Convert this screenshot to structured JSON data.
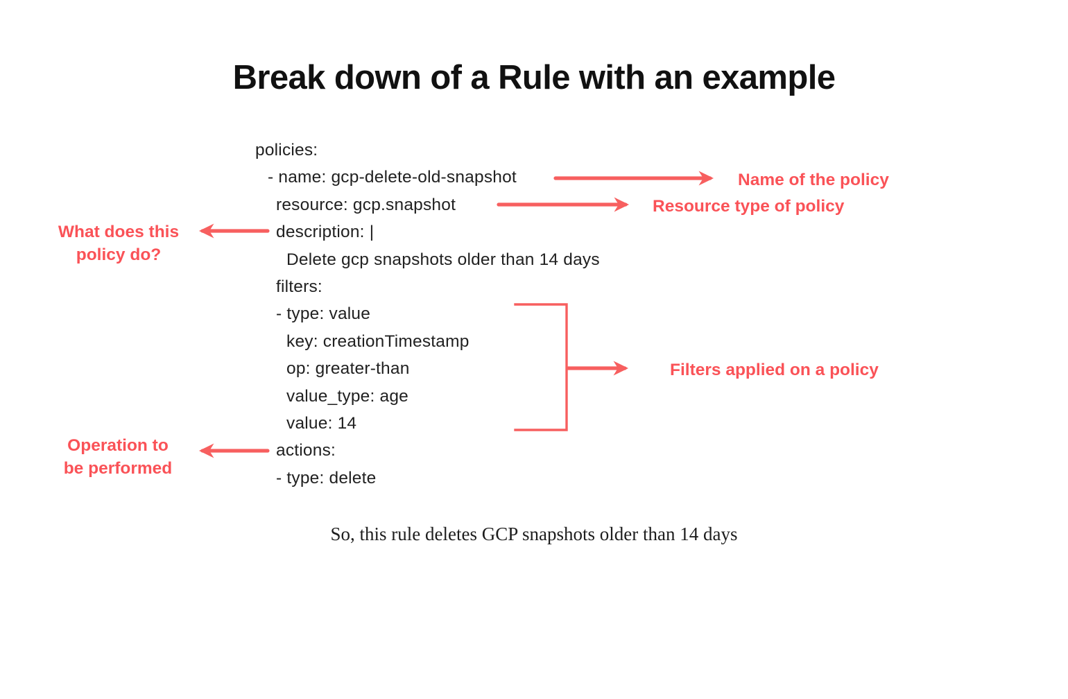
{
  "title": "Break down of a Rule with an example",
  "code": {
    "lines": [
      {
        "text": "policies:"
      },
      {
        "text": "- name: gcp-delete-old-snapshot"
      },
      {
        "text": "resource: gcp.snapshot"
      },
      {
        "text": "description: |"
      },
      {
        "text": "Delete gcp snapshots older than 14 days"
      },
      {
        "text": "filters:"
      },
      {
        "text": "- type: value"
      },
      {
        "text": "key: creationTimestamp"
      },
      {
        "text": "op: greater-than"
      },
      {
        "text": "value_type: age"
      },
      {
        "text": "value: 14"
      },
      {
        "text": "actions:"
      },
      {
        "text": "- type: delete"
      }
    ]
  },
  "annotations": {
    "name_label": "Name of the policy",
    "resource_label": "Resource type of policy",
    "description_label_line1": "What does this",
    "description_label_line2": "policy do?",
    "filters_label": "Filters applied on a policy",
    "actions_label_line1": "Operation to",
    "actions_label_line2": "be performed"
  },
  "caption": "So, this rule deletes GCP snapshots older than 14 days",
  "colors": {
    "accent_arrow": "#f75f5f",
    "accent_label": "#fa5257",
    "code_text": "#212121",
    "title_text": "#111111",
    "background": "#ffffff"
  }
}
